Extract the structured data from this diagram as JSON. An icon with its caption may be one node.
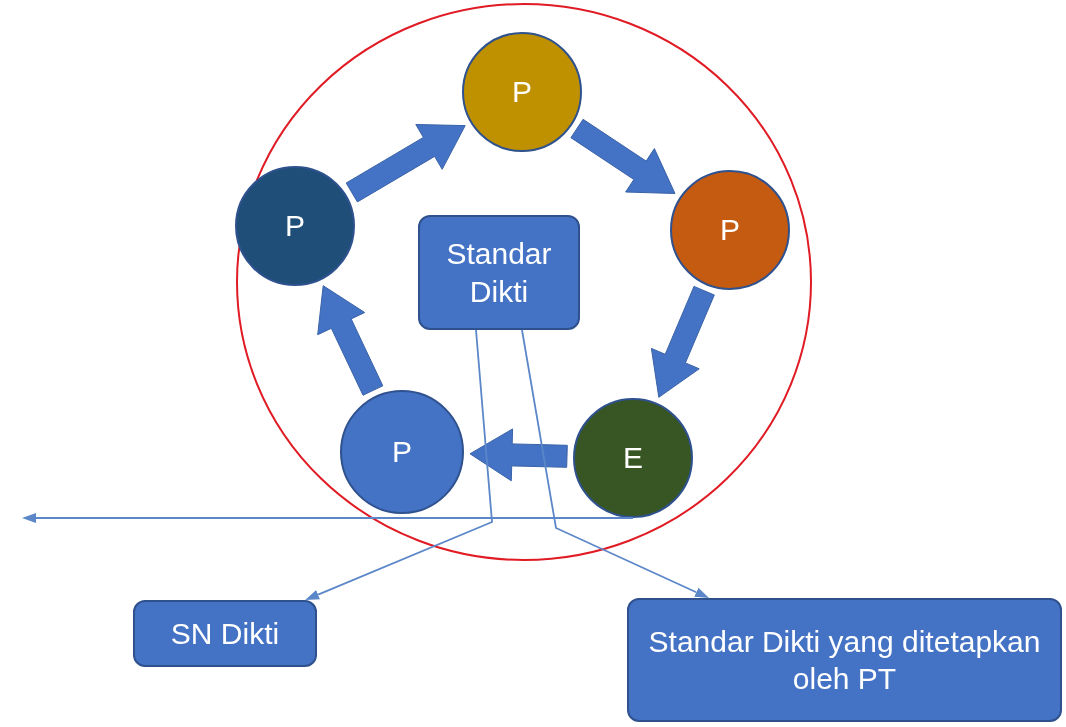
{
  "diagram": {
    "nodes": [
      {
        "text": [],
        "shape": "circle"
      },
      {
        "text": [
          "P"
        ],
        "in": 0
      },
      {
        "text": [
          "P"
        ],
        "in": 0
      },
      {
        "text": [
          "E"
        ],
        "in": 0
      },
      {
        "text": [
          "P"
        ],
        "in": 0
      },
      {
        "text": [
          "P"
        ],
        "in": 0
      },
      {
        "text": [
          "Standar Dikti"
        ],
        "in": 0
      },
      {
        "text": [
          "SN Dikti"
        ]
      },
      {
        "text": [
          "Standar Dikti yang ditetapkan oleh PT"
        ]
      }
    ],
    "edges": [
      {
        "from": 5,
        "to": 1,
        "arrow": "to",
        "style": "thick"
      },
      {
        "from": 1,
        "to": 2,
        "arrow": "to",
        "style": "thick"
      },
      {
        "from": 2,
        "to": 3,
        "arrow": "to",
        "style": "thick"
      },
      {
        "from": 3,
        "to": 4,
        "arrow": "to",
        "style": "thick"
      },
      {
        "from": 4,
        "to": 5,
        "arrow": "to",
        "style": "thick"
      },
      {
        "from": 6,
        "to": 7,
        "arrow": "to"
      },
      {
        "from": 6,
        "to": 8,
        "arrow": "to"
      },
      {
        "from": 3,
        "to": null,
        "arrow": "to"
      }
    ]
  }
}
